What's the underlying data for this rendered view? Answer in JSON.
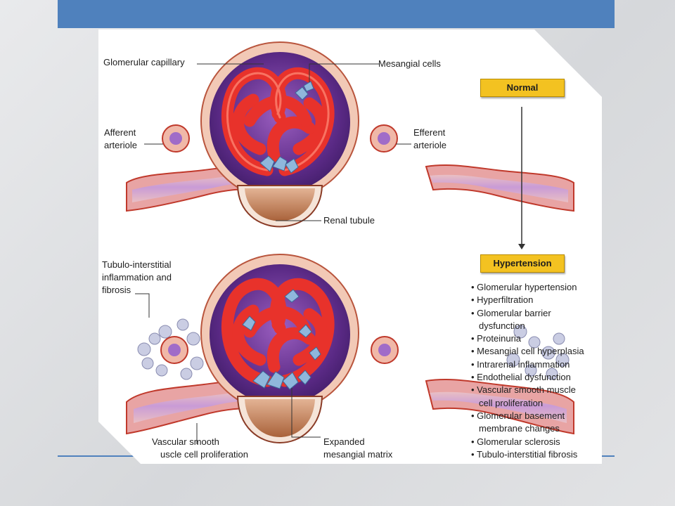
{
  "labels": {
    "glomerular_capillary": "Glomerular capillary",
    "mesangial_cells": "Mesangial cells",
    "afferent_arteriole": [
      "Afferent",
      "arteriole"
    ],
    "efferent_arteriole": [
      "Efferent",
      "arteriole"
    ],
    "renal_tubule": "Renal tubule",
    "tubulo_interstitial": [
      "Tubulo-interstitial",
      "inflammation and",
      "fibrosis"
    ],
    "vascular_smooth_muscle": [
      "Vascular smooth",
      "uscle cell proliferation"
    ],
    "expanded_mesangial_matrix": [
      "Expanded",
      "mesangial matrix"
    ]
  },
  "stages": {
    "normal": "Normal",
    "hypertension": "Hypertension"
  },
  "effects": [
    "Glomerular hypertension",
    "Hyperfiltration",
    "Glomerular barrier\ndysfunction",
    "Proteinuria",
    "Mesangial cell hyperplasia",
    "Intrarenal inflammation",
    "Endothelial dysfunction",
    "Vascular smooth muscle\ncell proliferation",
    "Glomerular basement\nmembrane changes",
    "Glomerular sclerosis",
    "Tubulo-interstitial fibrosis"
  ],
  "colors": {
    "slide_accent": "#4f81bd",
    "capillary": "#e8322b",
    "capsule_interior": "#6a2d8c",
    "mesangial_cell": "#8fb7dc",
    "stage_box": "#f3c221"
  }
}
